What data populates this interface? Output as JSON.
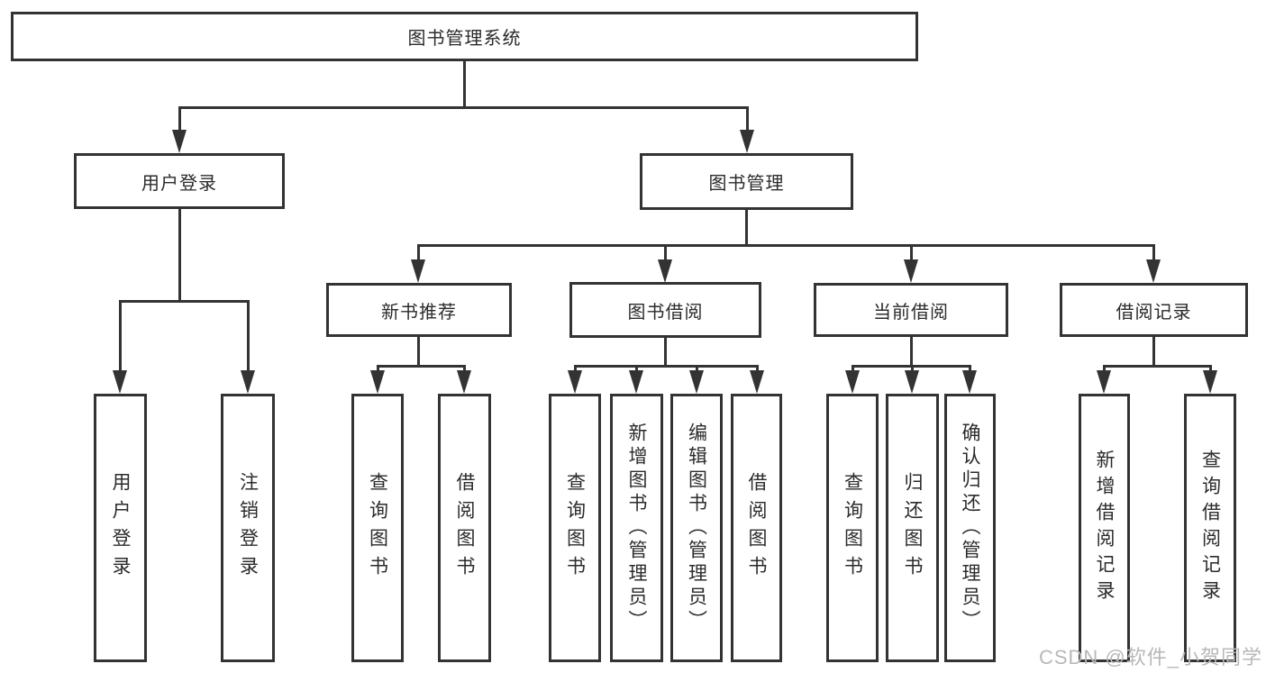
{
  "diagram_type": "hierarchy-tree",
  "watermark": "CSDN @软件_小贺同学",
  "colors": {
    "line": "#333333",
    "box_border": "#333333",
    "box_bg": "#ffffff",
    "text": "#2b2b2b",
    "watermark": "#b8b8b8"
  },
  "tree": {
    "label": "图书管理系统",
    "children": [
      {
        "label": "用户登录",
        "children": [
          {
            "label": "用户登录"
          },
          {
            "label": "注销登录"
          }
        ]
      },
      {
        "label": "图书管理",
        "children": [
          {
            "label": "新书推荐",
            "children": [
              {
                "label": "查询图书"
              },
              {
                "label": "借阅图书"
              }
            ]
          },
          {
            "label": "图书借阅",
            "children": [
              {
                "label": "查询图书"
              },
              {
                "label": "新增图书（管理员）"
              },
              {
                "label": "编辑图书（管理员）"
              },
              {
                "label": "借阅图书"
              }
            ]
          },
          {
            "label": "当前借阅",
            "children": [
              {
                "label": "查询图书"
              },
              {
                "label": "归还图书"
              },
              {
                "label": "确认归还（管理员）"
              }
            ]
          },
          {
            "label": "借阅记录",
            "children": [
              {
                "label": "新增借阅记录"
              },
              {
                "label": "查询借阅记录"
              }
            ]
          }
        ]
      }
    ]
  }
}
